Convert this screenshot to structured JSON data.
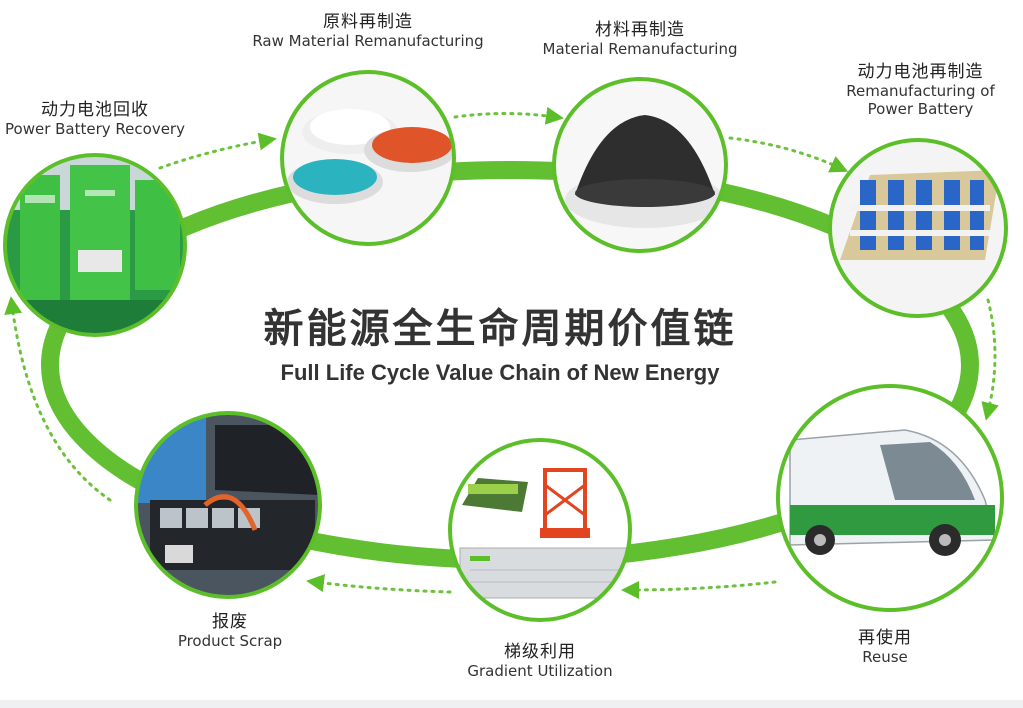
{
  "title": {
    "cn": "新能源全生命周期价值链",
    "en": "Full Life Cycle Value Chain of New Energy"
  },
  "stages": [
    {
      "id": "recovery",
      "cn": "动力电池回收",
      "en": "Power Battery Recovery"
    },
    {
      "id": "raw",
      "cn": "原料再制造",
      "en": "Raw Material Remanufacturing"
    },
    {
      "id": "material",
      "cn": "材料再制造",
      "en": "Material Remanufacturing"
    },
    {
      "id": "battery",
      "cn": "动力电池再制造",
      "en_line1": "Remanufacturing of",
      "en_line2": "Power Battery"
    },
    {
      "id": "reuse",
      "cn": "再使用",
      "en": "Reuse"
    },
    {
      "id": "gradient",
      "cn": "梯级利用",
      "en": "Gradient Utilization"
    },
    {
      "id": "scrap",
      "cn": "报废",
      "en": "Product Scrap"
    }
  ],
  "colors": {
    "green": "#5cbf2a",
    "ring": "#62bf32",
    "dotted": "#6cc23c",
    "text": "#333333"
  }
}
